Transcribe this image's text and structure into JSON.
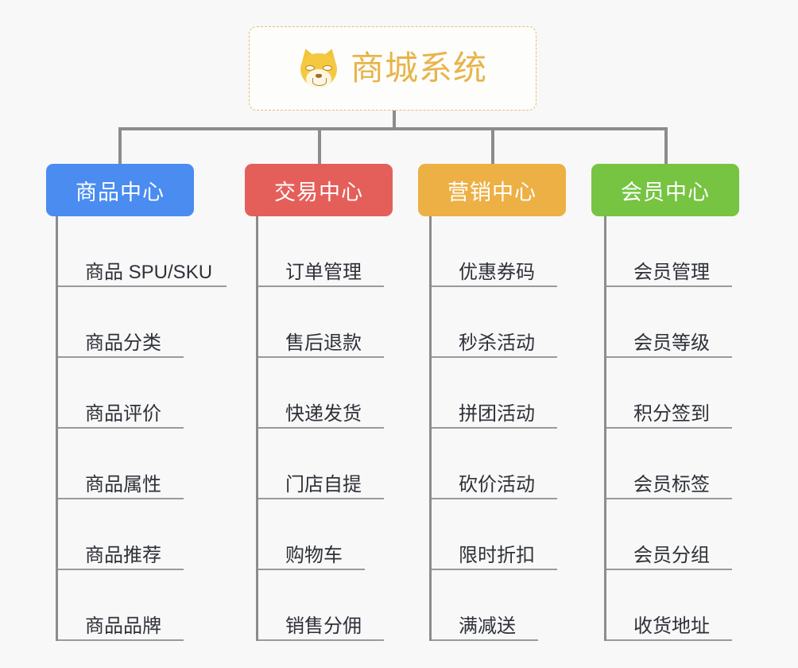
{
  "diagram": {
    "background_color": "#f8f8f8",
    "root": {
      "title": "商城系统",
      "icon": "shiba-dog-emoji",
      "text_color": "#e8b44a",
      "border_color": "#e6bd76"
    },
    "connector_color": "#8c8c8c",
    "columns": [
      {
        "title": "商品中心",
        "color": "#4a8cf0",
        "items": [
          "商品 SPU/SKU",
          "商品分类",
          "商品评价",
          "商品属性",
          "商品推荐",
          "商品品牌"
        ]
      },
      {
        "title": "交易中心",
        "color": "#e55f5a",
        "items": [
          "订单管理",
          "售后退款",
          "快递发货",
          "门店自提",
          "购物车",
          "销售分佣"
        ]
      },
      {
        "title": "营销中心",
        "color": "#edb045",
        "items": [
          "优惠券码",
          "秒杀活动",
          "拼团活动",
          "砍价活动",
          "限时折扣",
          "满减送"
        ]
      },
      {
        "title": "会员中心",
        "color": "#76c442",
        "items": [
          "会员管理",
          "会员等级",
          "积分签到",
          "会员标签",
          "会员分组",
          "收货地址"
        ]
      }
    ]
  }
}
